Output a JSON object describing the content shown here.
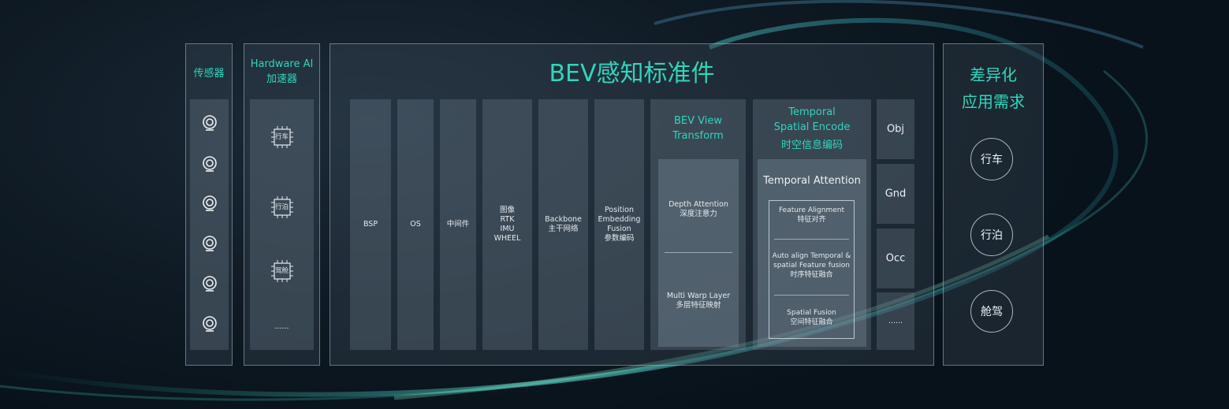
{
  "sensors": {
    "title": "传感器",
    "items": [
      "camera",
      "camera",
      "camera",
      "camera",
      "camera",
      "camera"
    ]
  },
  "hardware": {
    "title_line1": "Hardware AI",
    "title_line2": "加速器",
    "chips": [
      "行车",
      "行泊",
      "驾舱"
    ],
    "more": "......"
  },
  "bev": {
    "title": "BEV感知标准件",
    "layers": {
      "bsp": "BSP",
      "os": "OS",
      "middleware": "中间件",
      "inputs": [
        "图像",
        "RTK",
        "IMU",
        "WHEEL"
      ],
      "backbone": [
        "Backbone",
        "主干网络"
      ],
      "position": [
        "Position",
        "Embedding",
        "Fusion",
        "参数编码"
      ]
    },
    "view_transform": {
      "title_line1": "BEV View",
      "title_line2": "Transform",
      "depth": [
        "Depth Attention",
        "深度注意力"
      ],
      "warp": [
        "Multi Warp Layer",
        "多层特征映射"
      ]
    },
    "temporal": {
      "title_line1": "Temporal",
      "title_line2": "Spatial Encode",
      "title_line3": "时空信息编码",
      "attention": "Temporal Attention",
      "feature_alignment": [
        "Feature Alignment",
        "特征对齐"
      ],
      "auto_align": [
        "Auto align Temporal &",
        "spatial Feature fusion",
        "时序特征融合"
      ],
      "spatial_fusion": [
        "Spatial Fusion",
        "空间特征融合"
      ]
    },
    "heads": [
      "Obj",
      "Gnd",
      "Occ",
      "......"
    ]
  },
  "needs": {
    "title_line1": "差异化",
    "title_line2": "应用需求",
    "items": [
      "行车",
      "行泊",
      "舱驾"
    ]
  },
  "colors": {
    "accent": "#2fd6bd",
    "panel_border": "#c8d7e1"
  }
}
